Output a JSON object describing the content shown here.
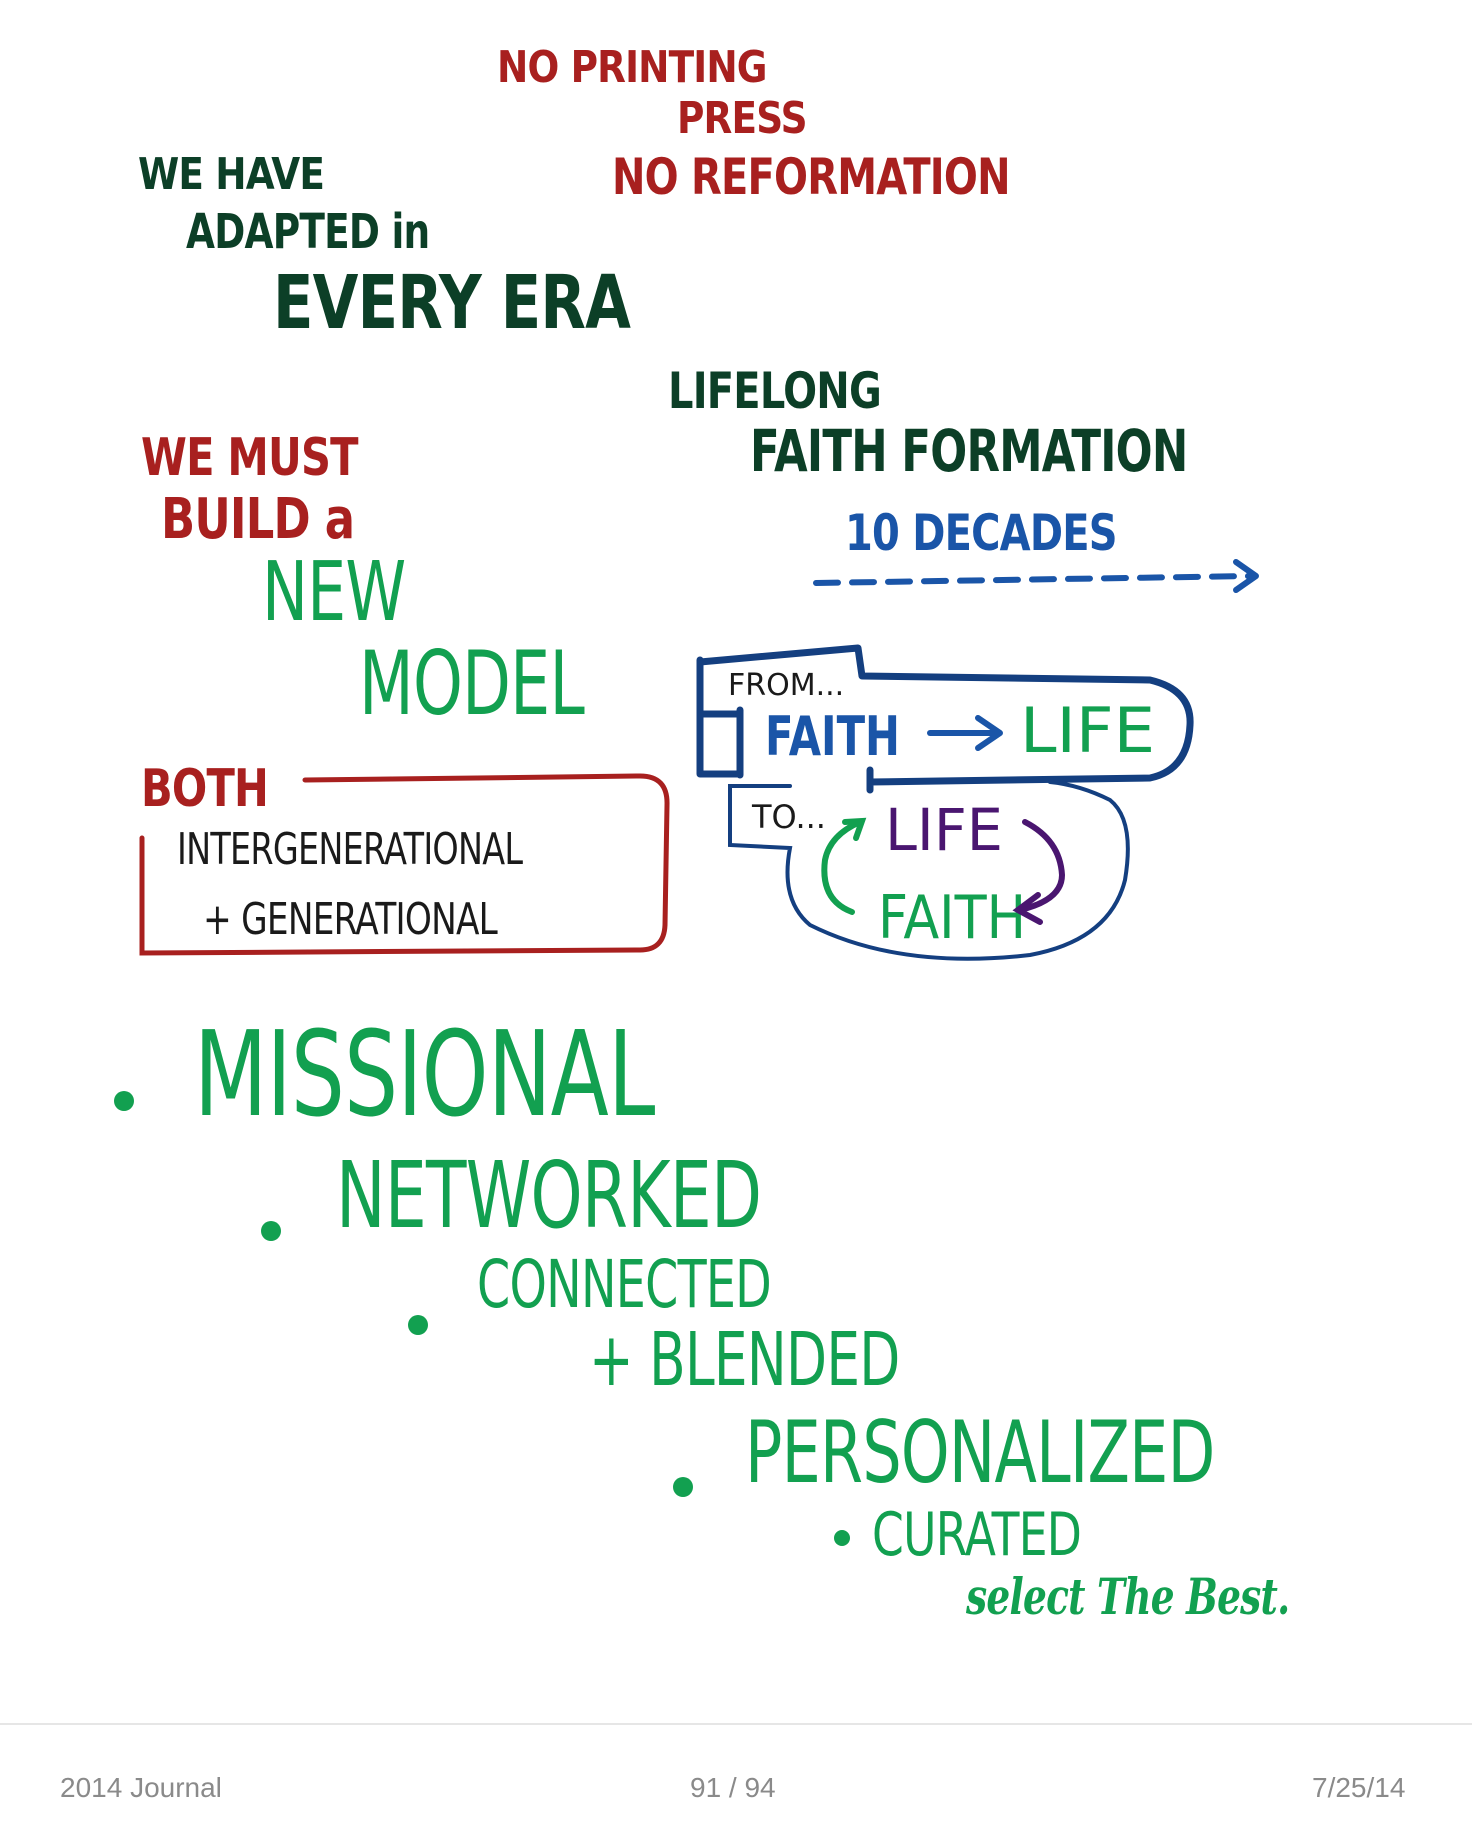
{
  "sketch": {
    "no_printing": "NO PRINTING",
    "press": "PRESS",
    "no_reformation": "NO REFORMATION",
    "we_have": "WE HAVE",
    "adapted_in": "ADAPTED in",
    "every_era": "EVERY ERA",
    "lifelong": "LIFELONG",
    "faith_formation": "FAITH FORMATION",
    "ten_decades": "10 DECADES",
    "we_must": "WE MUST",
    "build_a": "BUILD a",
    "new": "NEW",
    "model": "MODEL",
    "both": "BOTH",
    "intergenerational": "INTERGENERATIONAL",
    "generational": "+ GENERATIONAL",
    "from": "FROM...",
    "from_faith": "FAITH",
    "from_life": "LIFE",
    "to": "TO...",
    "to_life": "LIFE",
    "to_faith": "FAITH",
    "missional": "MISSIONAL",
    "networked": "NETWORKED",
    "connected": "CONNECTED",
    "blended": "+ BLENDED",
    "personalized": "PERSONALIZED",
    "curated": "CURATED",
    "select_the_best": "select The Best."
  },
  "colors": {
    "red": "#a8201f",
    "dark_green": "#0c3f27",
    "blue": "#1a55a8",
    "green": "#12a050",
    "purple": "#4a1670",
    "navy": "#143f80"
  },
  "footer": {
    "title": "2014 Journal",
    "page": "91 / 94",
    "date": "7/25/14"
  }
}
